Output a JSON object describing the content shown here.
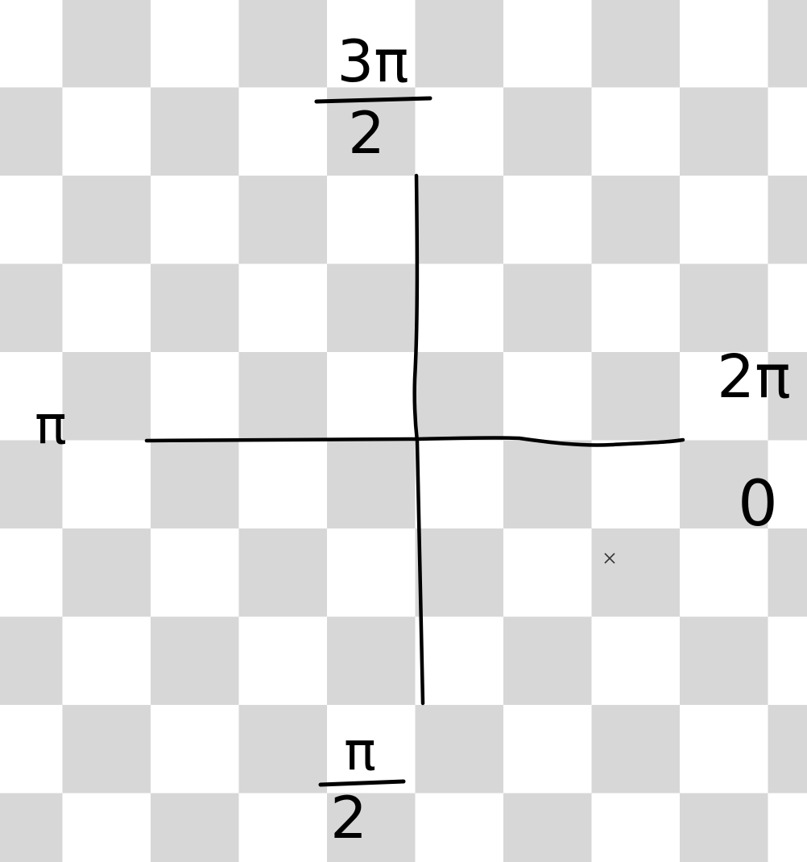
{
  "labels": {
    "top_numerator": "3π",
    "top_denominator": "2",
    "right_upper": "2π",
    "right_lower": "0",
    "left": "π",
    "bottom_numerator": "π",
    "bottom_denominator": "2"
  },
  "colors": {
    "ink": "#000000",
    "checker_light": "#ffffff",
    "checker_dark": "#d7d7d7"
  },
  "icons": {
    "cursor": "crosshair-cursor-icon"
  }
}
